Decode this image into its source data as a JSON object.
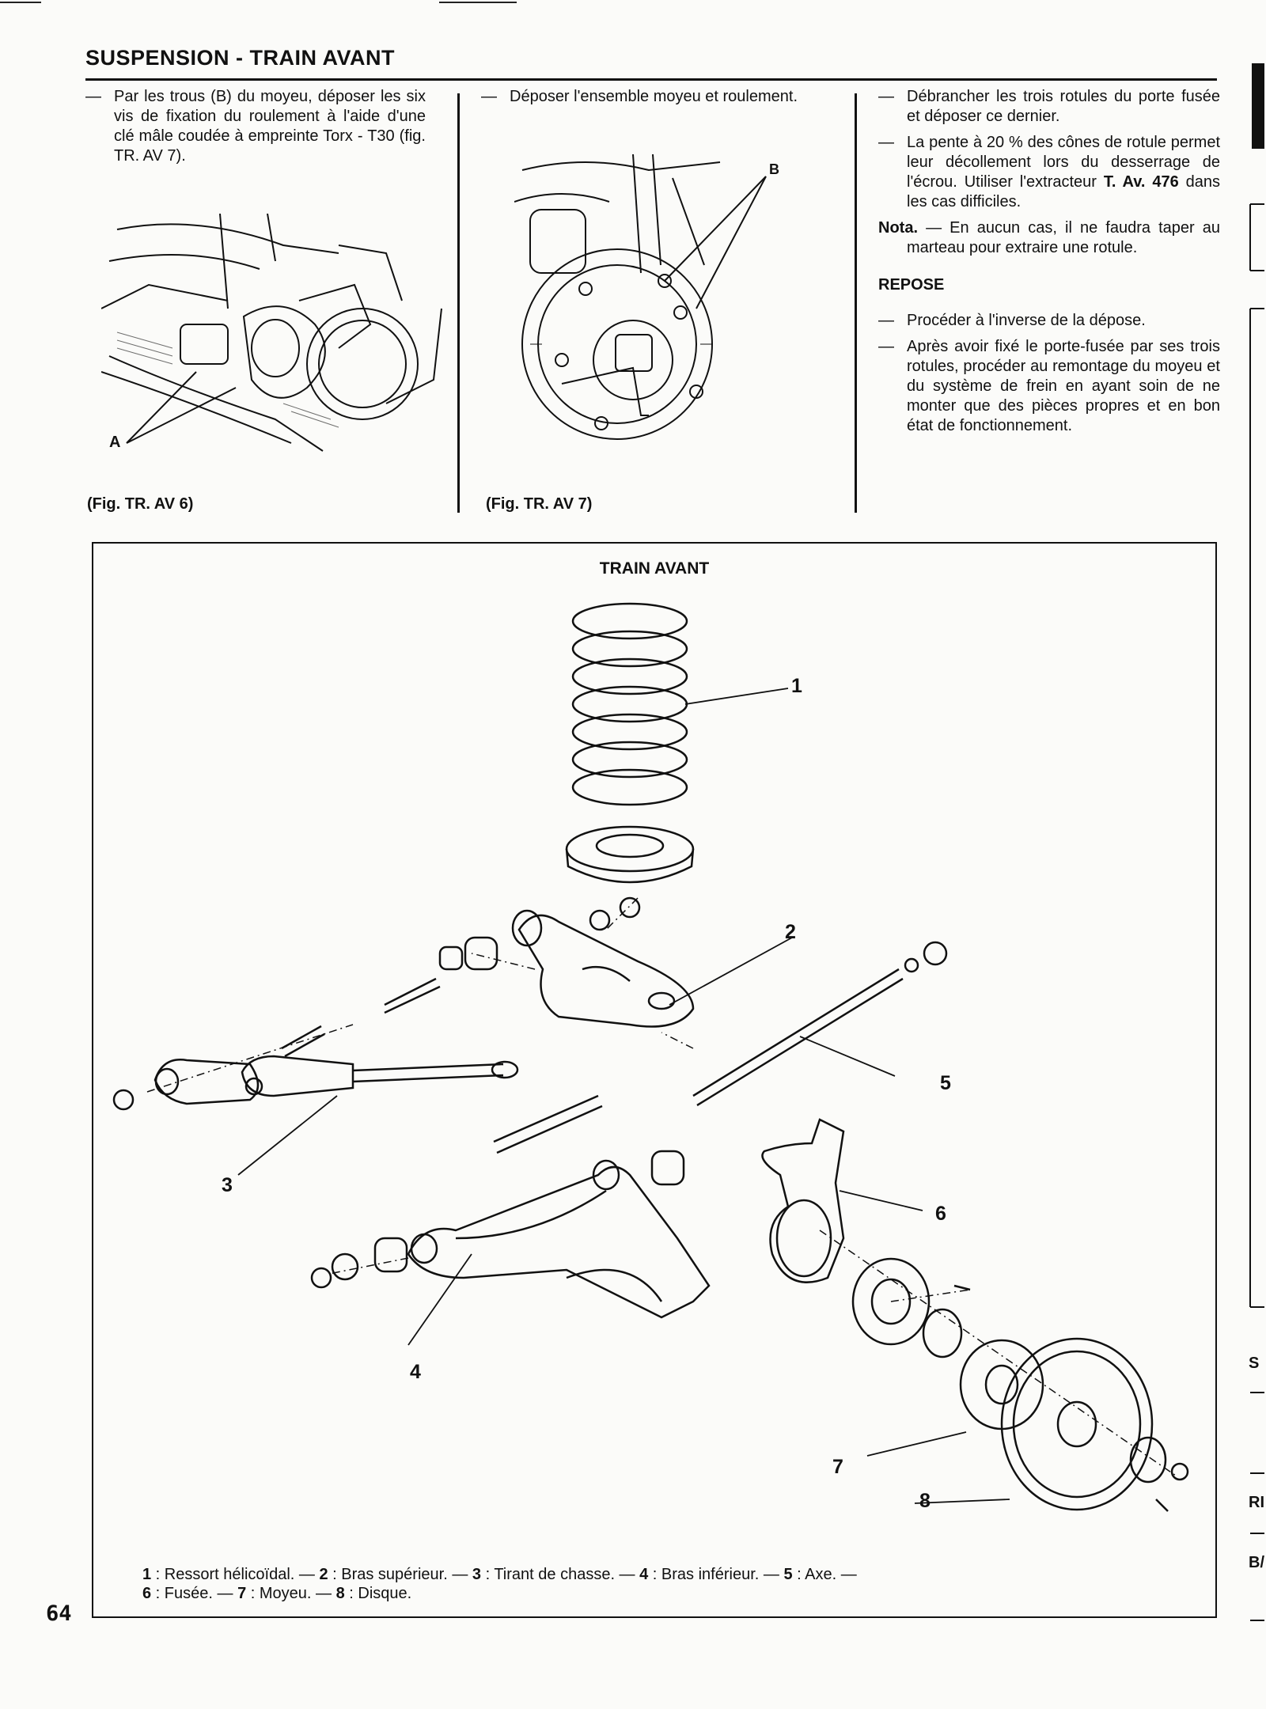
{
  "section_title": "SUSPENSION - TRAIN AVANT",
  "column1": {
    "paragraphs": [
      "Par les trous (B) du moyeu, déposer les six vis de fixation du roulement à l'aide d'une clé mâle coudée à empreinte Torx - T30 (fig. TR. AV 7)."
    ]
  },
  "column2": {
    "paragraphs": [
      "Déposer l'ensemble moyeu et roulement."
    ]
  },
  "column3": {
    "p1": "Débrancher les trois rotules du porte fusée et déposer ce dernier.",
    "p2_before": "La pente à 20 % des cônes de rotule permet leur décollement lors du desserrage de l'écrou. Utiliser l'extracteur ",
    "p2_bold": "T. Av. 476",
    "p2_after": " dans les cas difficiles.",
    "nota_label": "Nota.",
    "nota_text": "— En aucun cas, il ne faudra taper au marteau pour extraire une rotule.",
    "repose_heading": "REPOSE",
    "p3": "Procéder à l'inverse de la dépose.",
    "p4": "Après avoir fixé le porte-fusée par ses trois rotules, procéder au remontage du moyeu et du système de frein en ayant soin de ne monter que des pièces propres et en bon état de fonctionnement."
  },
  "dash": "—",
  "figures": {
    "fig6_caption": "(Fig. TR. AV 6)",
    "fig6_label": "A",
    "fig7_caption": "(Fig. TR. AV 7)",
    "fig7_label": "B"
  },
  "exploded_view": {
    "title": "TRAIN AVANT",
    "callouts": [
      "1",
      "2",
      "3",
      "4",
      "5",
      "6",
      "7",
      "8"
    ]
  },
  "legend": {
    "items": [
      {
        "num": "1",
        "label": "Ressort hélicoïdal."
      },
      {
        "num": "2",
        "label": "Bras supérieur."
      },
      {
        "num": "3",
        "label": "Tirant de chasse."
      },
      {
        "num": "4",
        "label": "Bras inférieur."
      },
      {
        "num": "5",
        "label": "Axe."
      },
      {
        "num": "6",
        "label": "Fusée."
      },
      {
        "num": "7",
        "label": "Moyeu."
      },
      {
        "num": "8",
        "label": "Disque."
      }
    ]
  },
  "page_number": "64",
  "edge_letters": [
    "S",
    "RI",
    "B/"
  ]
}
